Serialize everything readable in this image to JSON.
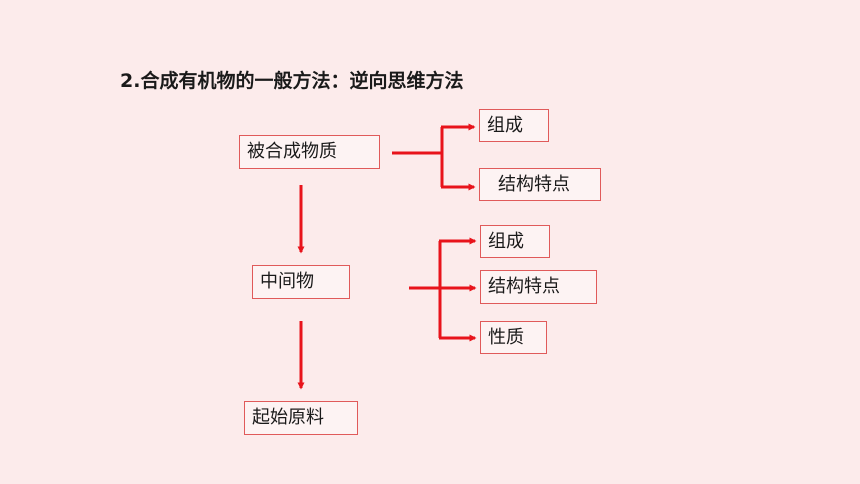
{
  "title": "2.合成有机物的一般方法：逆向思维方法",
  "nodes": {
    "target": "被合成物质",
    "intermediate": "中间物",
    "raw": "起始原料",
    "target_branches": [
      "组成",
      "结构特点"
    ],
    "intermediate_branches": [
      "组成",
      "结构特点",
      "性质"
    ]
  },
  "colors": {
    "arrow": "#e8131b",
    "box_border": "#e05a5a",
    "background": "#fcebeb"
  }
}
